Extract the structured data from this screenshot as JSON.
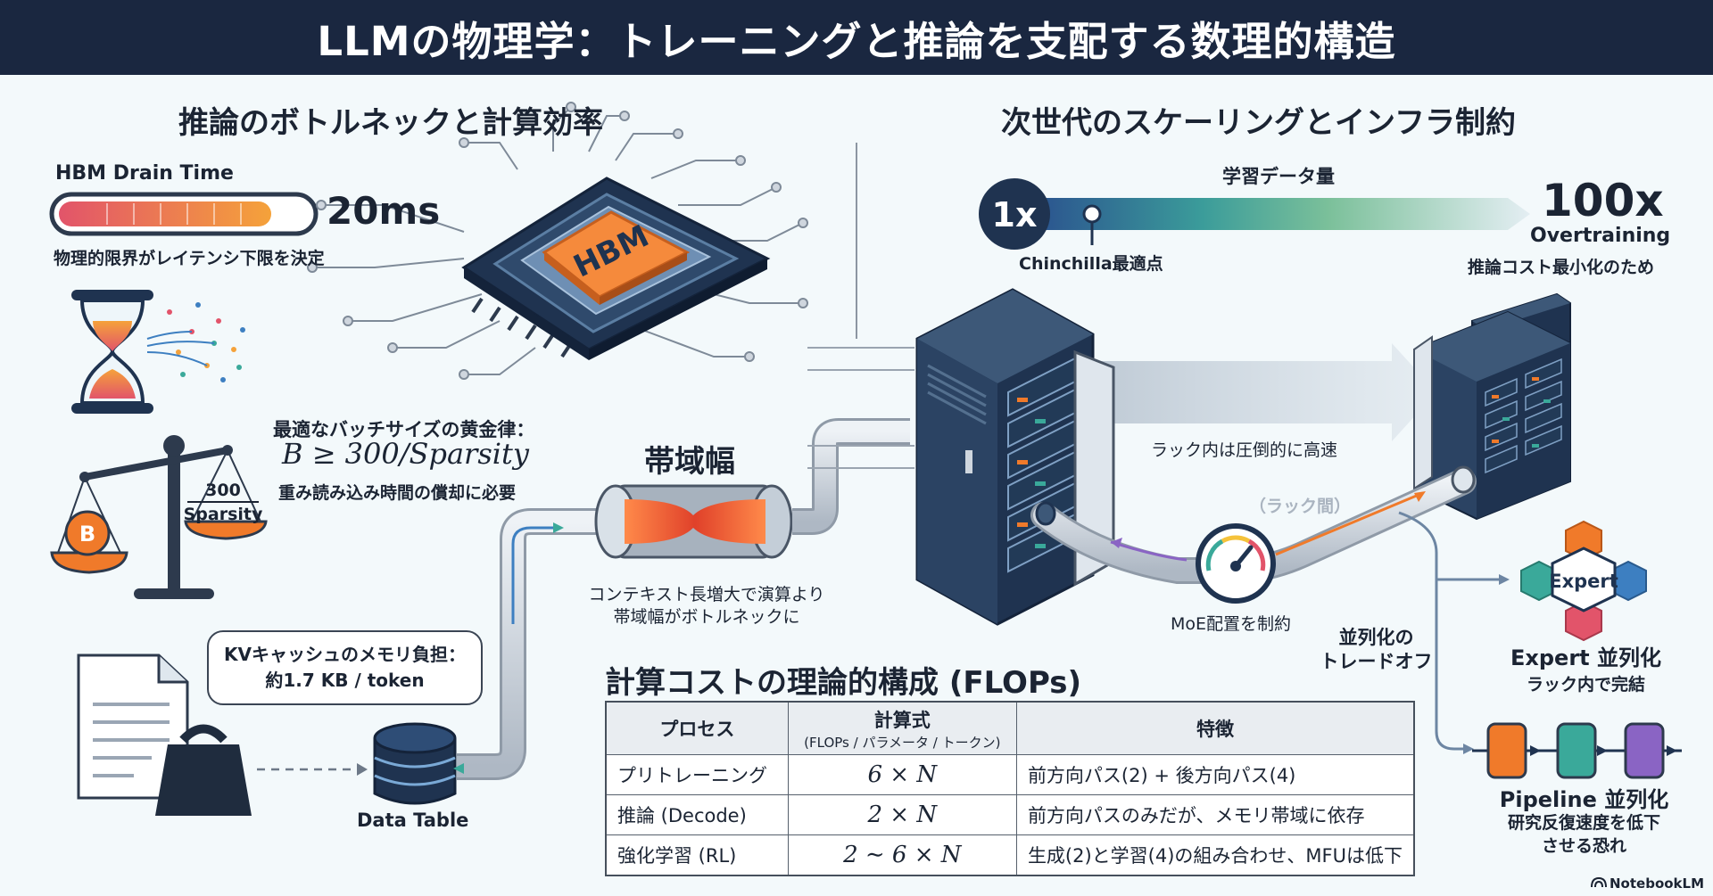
{
  "title": "LLMの物理学：トレーニングと推論を支配する数理的構造",
  "left_section": {
    "title": "推論のボトルネックと計算効率",
    "hbm": {
      "label": "HBM Drain Time",
      "value": "20ms",
      "caption": "物理的限界がレイテンシ下限を決定",
      "chip_label": "HBM",
      "bar_fill_fraction": 0.85
    },
    "batch": {
      "heading": "最適なバッチサイズの黄金律：",
      "formula": "B ≥ 300/Sparsity",
      "caption": "重み読み込み時間の償却に必要",
      "scale_left": "B",
      "scale_right_num": "300",
      "scale_right_den": "Sparsity"
    },
    "bandwidth": {
      "label": "帯域幅",
      "caption_line1": "コンテキスト長増大で演算より",
      "caption_line2": "帯域幅がボトルネックに"
    },
    "kv": {
      "line1": "KVキャッシュのメモリ負担：",
      "line2": "約1.7 KB / token"
    },
    "data_table_label": "Data Table"
  },
  "right_section": {
    "title": "次世代のスケーリングとインフラ制約",
    "data_axis_label": "学習データ量",
    "start_label": "1x",
    "end_label": "100x",
    "chinchilla_label": "Chinchilla最適点",
    "overtraining_label": "Overtraining",
    "overtraining_caption": "推論コスト最小化のため",
    "rack_fast_label": "ラック内は圧倒的に高速",
    "inter_rack_label": "（ラック間）",
    "moe_label": "MoE配置を制約",
    "parallel_label_line1": "並列化の",
    "parallel_label_line2": "トレードオフ",
    "expert_icon_label": "Expert",
    "expert_title": "Expert 並列化",
    "expert_caption": "ラック内で完結",
    "pipeline_title": "Pipeline 並列化",
    "pipeline_caption_line1": "研究反復速度を低下",
    "pipeline_caption_line2": "させる恐れ"
  },
  "flops": {
    "title": "計算コストの理論的構成 (FLOPs)",
    "headers": {
      "process": "プロセス",
      "formula": "計算式",
      "formula_sub": "(FLOPs / パラメータ / トークン)",
      "feature": "特徴"
    },
    "rows": [
      {
        "process": "プリトレーニング",
        "formula": "6 × N",
        "feature": "前方向パス(2) + 後方向パス(4)"
      },
      {
        "process": "推論 (Decode)",
        "formula": "2 × N",
        "feature": "前方向パスのみだが、メモリ帯域に依存"
      },
      {
        "process": "強化学習 (RL)",
        "formula": "2 ∼ 6 × N",
        "feature": "生成(2)と学習(4)の組み合わせ、MFUは低下"
      }
    ]
  },
  "watermark": "NotebookLM",
  "colors": {
    "title_bar": "#1a2740",
    "accent_orange": "#f07a2a",
    "accent_teal": "#3aa99a",
    "accent_purple": "#8a64c4",
    "accent_blue": "#3d7fc1",
    "dark_navy": "#1f3350"
  }
}
